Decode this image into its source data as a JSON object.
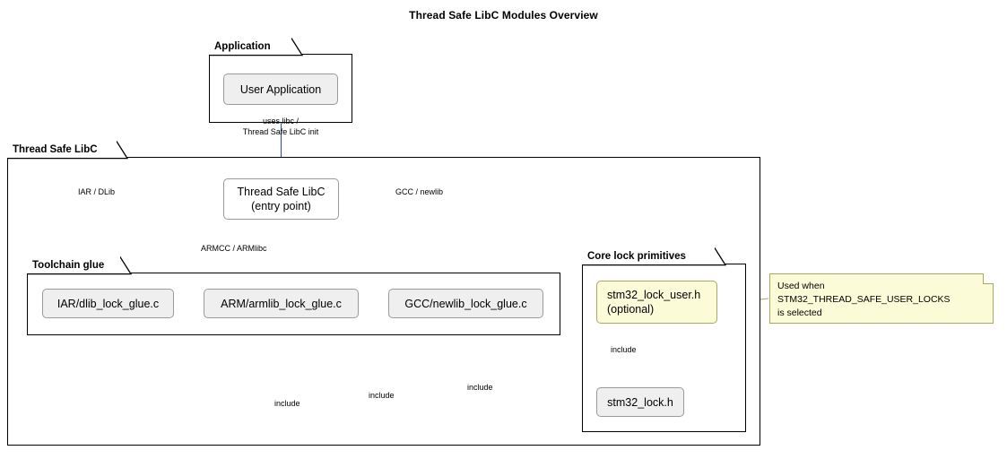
{
  "title": "Thread Safe LibC Modules Overview",
  "colors": {
    "node_grey_fill": "#efefef",
    "node_grey_border": "#9a9a9a",
    "node_yellow_fill": "#fbfbd7",
    "node_yellow_border": "#a8a864",
    "connector": "#33548c",
    "frame": "#000000",
    "background": "#ffffff"
  },
  "packages": {
    "application": {
      "label": "Application"
    },
    "thread_safe_libc": {
      "label": "Thread Safe LibC"
    },
    "toolchain_glue": {
      "label": "Toolchain glue"
    },
    "core_lock_primitives": {
      "label": "Core lock primitives"
    }
  },
  "nodes": {
    "user_application": {
      "label": "User Application"
    },
    "entry_point": {
      "line1": "Thread Safe LibC",
      "line2": "(entry point)"
    },
    "iar_glue": {
      "label": "IAR/dlib_lock_glue.c"
    },
    "arm_glue": {
      "label": "ARM/armlib_lock_glue.c"
    },
    "gcc_glue": {
      "label": "GCC/newlib_lock_glue.c"
    },
    "stm32_lock_user": {
      "line1": "stm32_lock_user.h",
      "line2": "(optional)"
    },
    "stm32_lock": {
      "label": "stm32_lock.h"
    }
  },
  "note": {
    "line1": "Used when",
    "line2": "STM32_THREAD_SAFE_USER_LOCKS",
    "line3": "is selected"
  },
  "edges": {
    "app_to_entry_l1": "uses libc /",
    "app_to_entry_l2": "Thread Safe LibC init",
    "entry_to_iar": "IAR / DLib",
    "entry_to_arm": "ARMCC / ARMlibc",
    "entry_to_gcc": "GCC / newlib",
    "user_lock_to_lock": "include",
    "gcc_include": "include",
    "arm_include": "include",
    "iar_include": "include"
  }
}
